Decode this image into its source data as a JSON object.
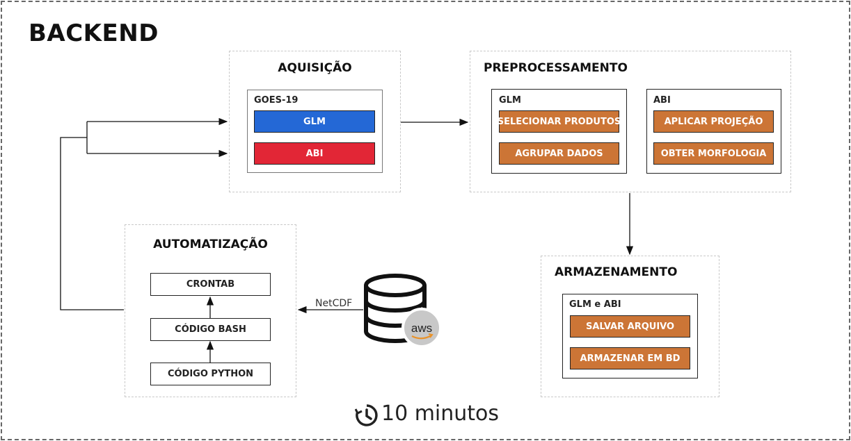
{
  "title": "BACKEND",
  "aquisicao": {
    "title": "AQUISIÇÃO",
    "group_label": "GOES-19",
    "glm": "GLM",
    "abi": "ABI",
    "glm_color": "#2468d6",
    "abi_color": "#e22636"
  },
  "preprocessamento": {
    "title": "PREPROCESSAMENTO",
    "glm_group": "GLM",
    "glm_items": [
      "SELECIONAR PRODUTOS",
      "AGRUPAR DADOS"
    ],
    "abi_group": "ABI",
    "abi_items": [
      "APLICAR PROJEÇÃO",
      "OBTER MORFOLOGIA"
    ]
  },
  "armazenamento": {
    "title": "ARMAZENAMENTO",
    "group_label": "GLM e ABI",
    "items": [
      "SALVAR ARQUIVO",
      "ARMAZENAR EM BD"
    ]
  },
  "automatizacao": {
    "title": "AUTOMATIZAÇÃO",
    "items": [
      "CRONTAB",
      "CÓDIGO BASH",
      "CÓDIGO PYTHON"
    ]
  },
  "netcdf_label": "NetCDF",
  "aws_label": "aws",
  "footer": "10 minutos",
  "colors": {
    "orange": "#cc7536",
    "section_border": "#c8c8c8"
  },
  "icons": [
    "database-icon",
    "aws-icon",
    "clock-icon"
  ]
}
